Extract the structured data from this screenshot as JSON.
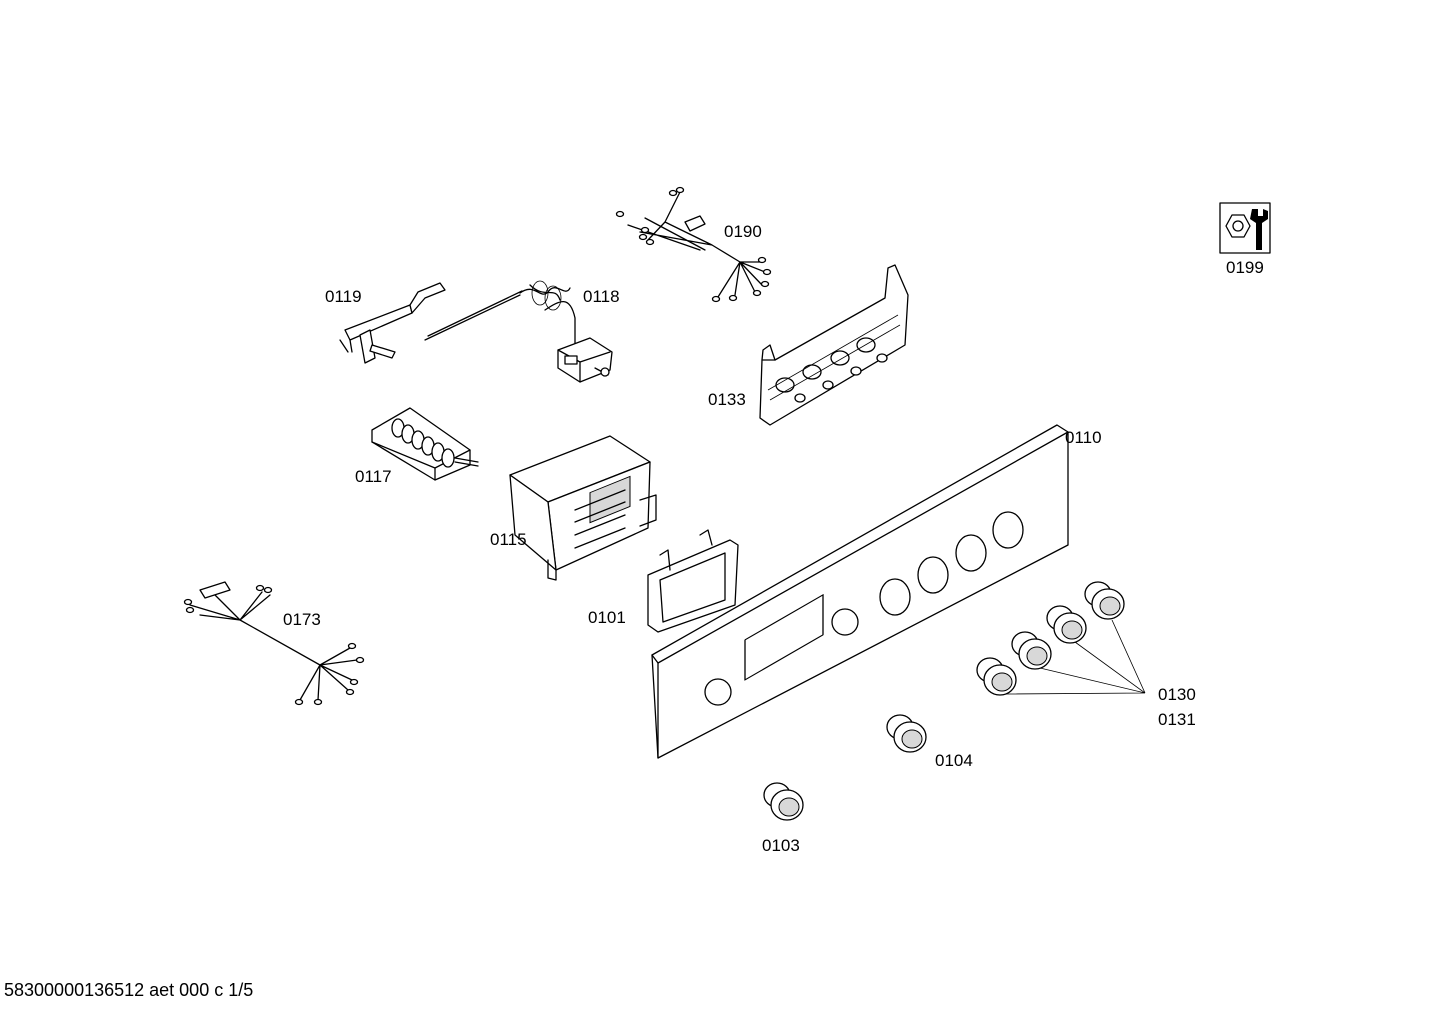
{
  "labels": {
    "p0190": "0190",
    "p0119": "0119",
    "p0118": "0118",
    "p0133": "0133",
    "p0110": "0110",
    "p0117": "0117",
    "p0115": "0115",
    "p0173": "0173",
    "p0101": "0101",
    "p0130": "0130",
    "p0131": "0131",
    "p0104": "0104",
    "p0103": "0103",
    "p0199": "0199"
  },
  "footer": {
    "document_code": "58300000136512 aet 000 c 1/5"
  },
  "icons": {
    "service_kit": "wrench-nut-icon"
  }
}
